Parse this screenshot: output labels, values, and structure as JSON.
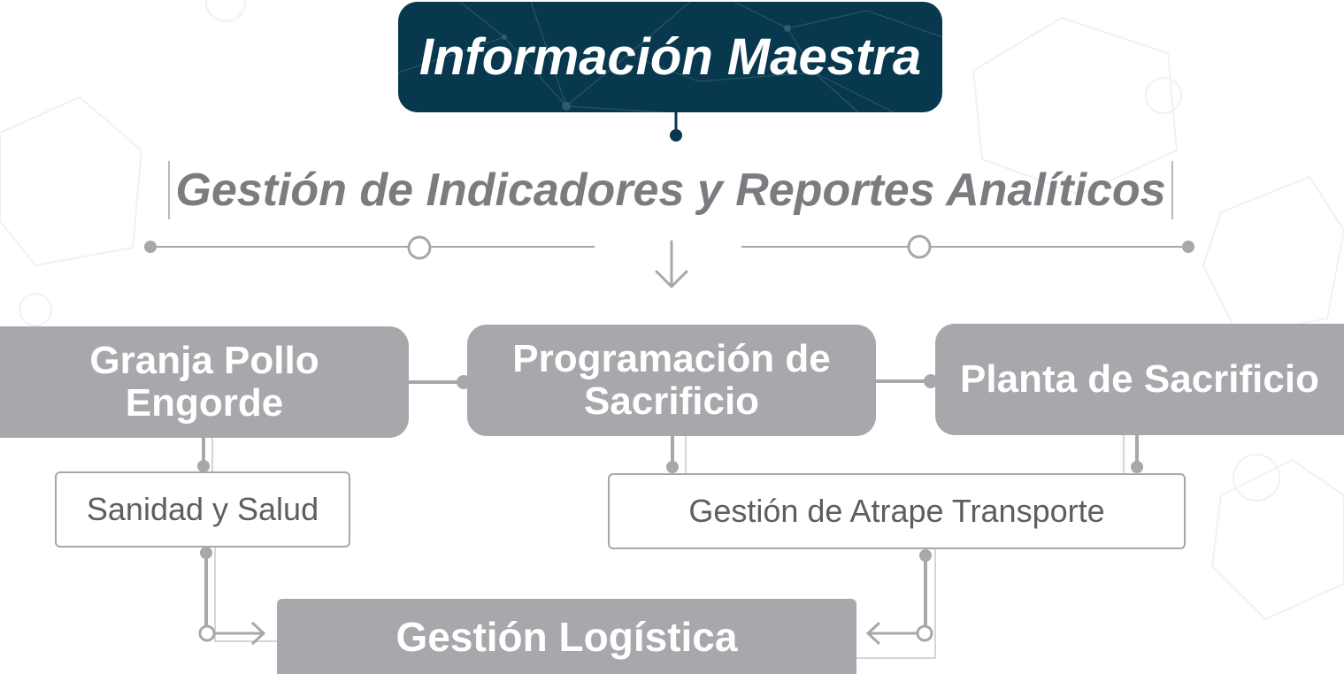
{
  "header": {
    "title": "Información Maestra"
  },
  "subtitle": "Gestión de Indicadores y Reportes Analíticos",
  "nodes": {
    "granja": "Granja Pollo Engorde",
    "programacion": "Programación de Sacrificio",
    "planta": "Planta de Sacrificio",
    "sanidad": "Sanidad y Salud",
    "atrape": "Gestión de Atrape Transporte",
    "logistica": "Gestión Logística"
  },
  "colors": {
    "title_bg": "#07384d",
    "node_grey": "#a6a8ab",
    "connector": "#a6a8ab",
    "subtitle_text": "#7b7c80"
  }
}
